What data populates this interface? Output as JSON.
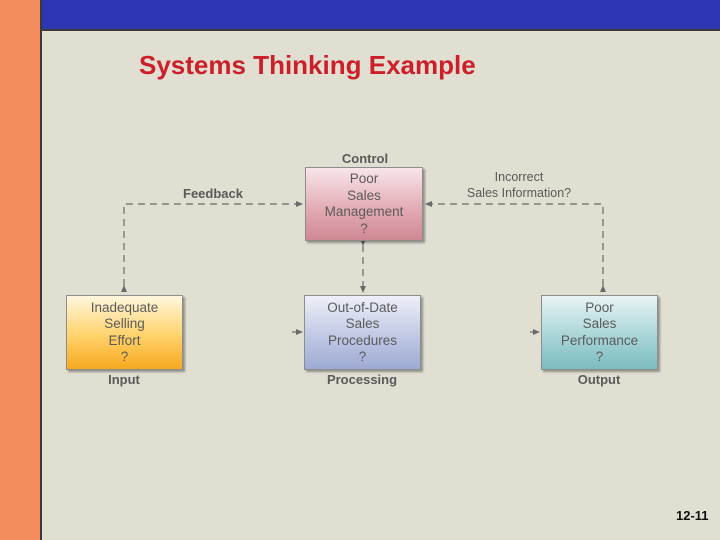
{
  "slide": {
    "title": "Systems Thinking Example",
    "page_number": "12-11"
  },
  "diagram": {
    "control": {
      "heading": "Control",
      "lines": [
        "Poor",
        "Sales",
        "Management",
        "?"
      ]
    },
    "feedback_label": "Feedback",
    "incorrect_note": [
      "Incorrect",
      "Sales Information?"
    ],
    "input": {
      "label": "Input",
      "lines": [
        "Inadequate",
        "Selling",
        "Effort",
        "?"
      ]
    },
    "processing": {
      "label": "Processing",
      "lines": [
        "Out-of-Date",
        "Sales",
        "Procedures",
        "?"
      ]
    },
    "output": {
      "label": "Output",
      "lines": [
        "Poor",
        "Sales",
        "Performance",
        "?"
      ]
    }
  },
  "colors": {
    "title": "#cc1f2a",
    "left_bar": "#f38c5c",
    "top_bar": "#2e35b3",
    "background": "#e0dfd2"
  }
}
